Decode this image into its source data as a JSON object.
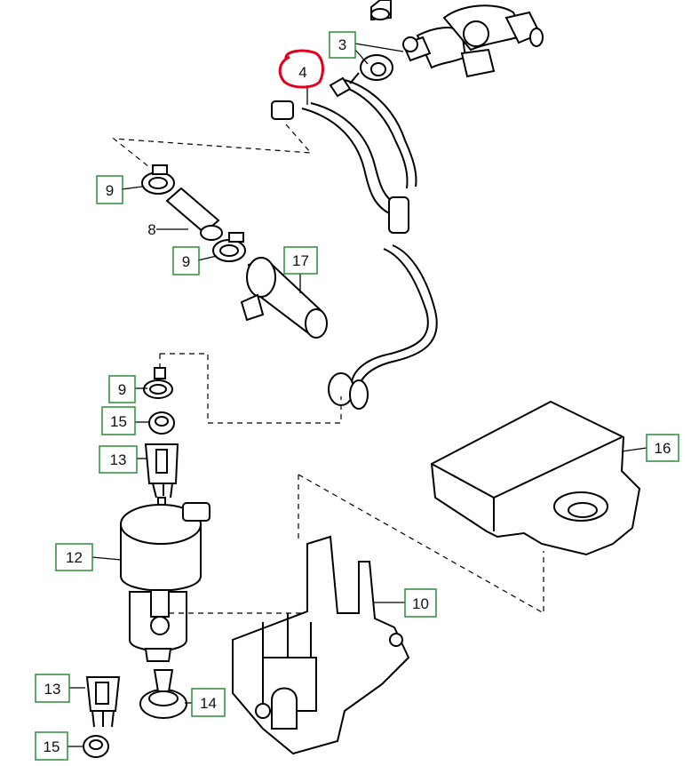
{
  "diagram": {
    "labels": {
      "l3": "3",
      "l4": "4",
      "l8": "8",
      "l9a": "9",
      "l9b": "9",
      "l9c": "9",
      "l10": "10",
      "l12": "12",
      "l13a": "13",
      "l13b": "13",
      "l14": "14",
      "l15a": "15",
      "l15b": "15",
      "l16": "16",
      "l17": "17"
    },
    "colors": {
      "label_box": "#2e8b3a",
      "highlight": "#e0001b",
      "line": "#000000"
    }
  }
}
